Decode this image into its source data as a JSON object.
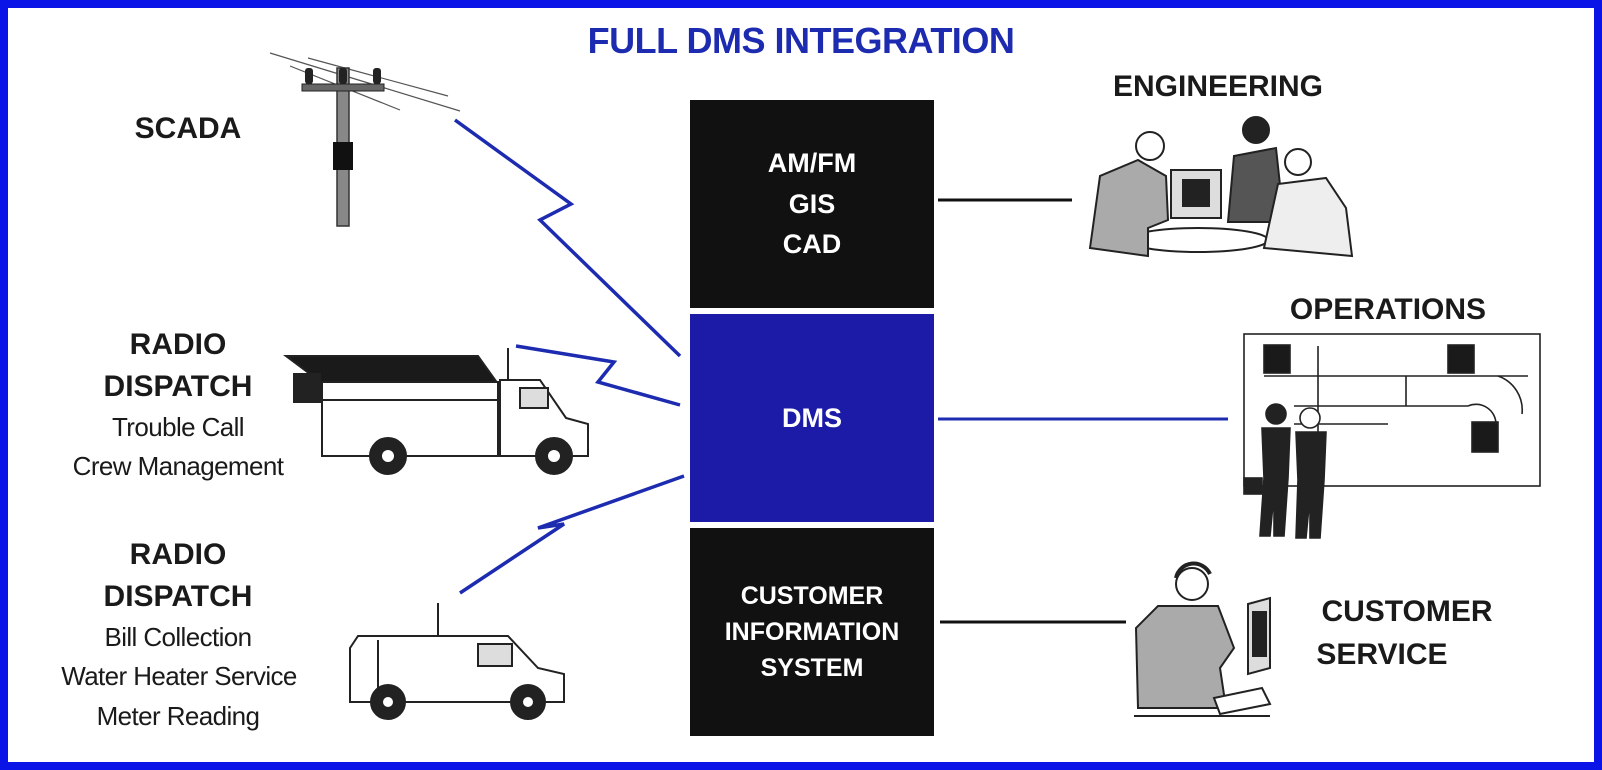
{
  "title": "FULL DMS INTEGRATION",
  "colors": {
    "frame": "#0a14e6",
    "title": "#1c2bb0",
    "dms_box": "#1c1ba8",
    "dark_box": "#111111",
    "link_blue": "#1c2bb0"
  },
  "center": {
    "top_box": [
      "AM/FM",
      "GIS",
      "CAD"
    ],
    "middle_box": "DMS",
    "bottom_box": [
      "CUSTOMER",
      "INFORMATION",
      "SYSTEM"
    ]
  },
  "left": {
    "scada": {
      "label": "SCADA",
      "icon": "utility-pole-icon"
    },
    "radio_dispatch_truck": {
      "heading": [
        "RADIO",
        "DISPATCH"
      ],
      "items": [
        "Trouble Call",
        "Crew Management"
      ],
      "icon": "service-truck-icon"
    },
    "radio_dispatch_van": {
      "heading": [
        "RADIO",
        "DISPATCH"
      ],
      "items": [
        "Bill Collection",
        "Water Heater Service",
        "Meter Reading"
      ],
      "icon": "service-van-icon"
    }
  },
  "right": {
    "engineering": {
      "label": "ENGINEERING",
      "icon": "engineers-group-icon"
    },
    "operations": {
      "label": "OPERATIONS",
      "icon": "operations-board-icon"
    },
    "customer_service": {
      "label": [
        "CUSTOMER",
        "SERVICE"
      ],
      "icon": "customer-service-agent-icon"
    }
  }
}
